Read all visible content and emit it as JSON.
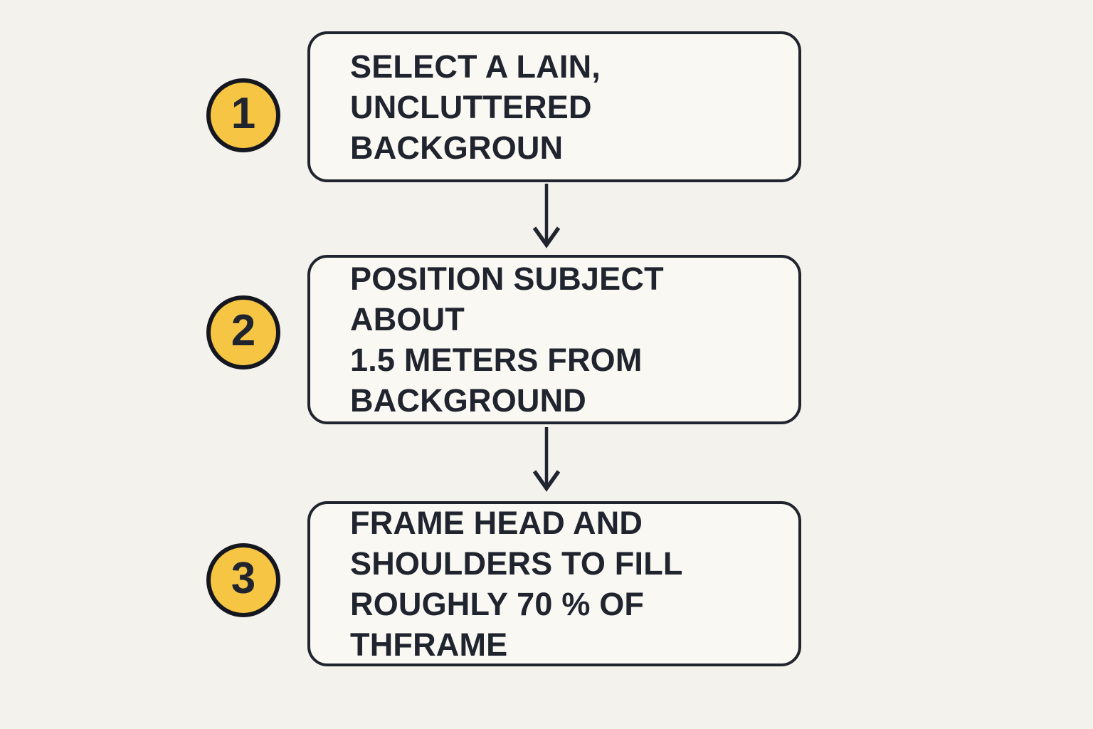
{
  "figure": {
    "background": "#F4F2ED",
    "box_fill": "#FAF8F3",
    "stroke": "#20242E",
    "accent": "#F6C544"
  },
  "steps": [
    {
      "number": "1",
      "label": [
        "SELECT A LAIN,",
        "UNCLUTTERED BACKGROUN"
      ]
    },
    {
      "number": "2",
      "label": [
        "POSITION SUBJECT ABOUT",
        "1.5 METERS FROM",
        "BACKGROUND"
      ]
    },
    {
      "number": "3",
      "label": [
        "FRAME HEAD AND",
        "SHOULDERS TO FILL",
        "ROUGHLY 70 % OF THFRAME"
      ]
    }
  ]
}
